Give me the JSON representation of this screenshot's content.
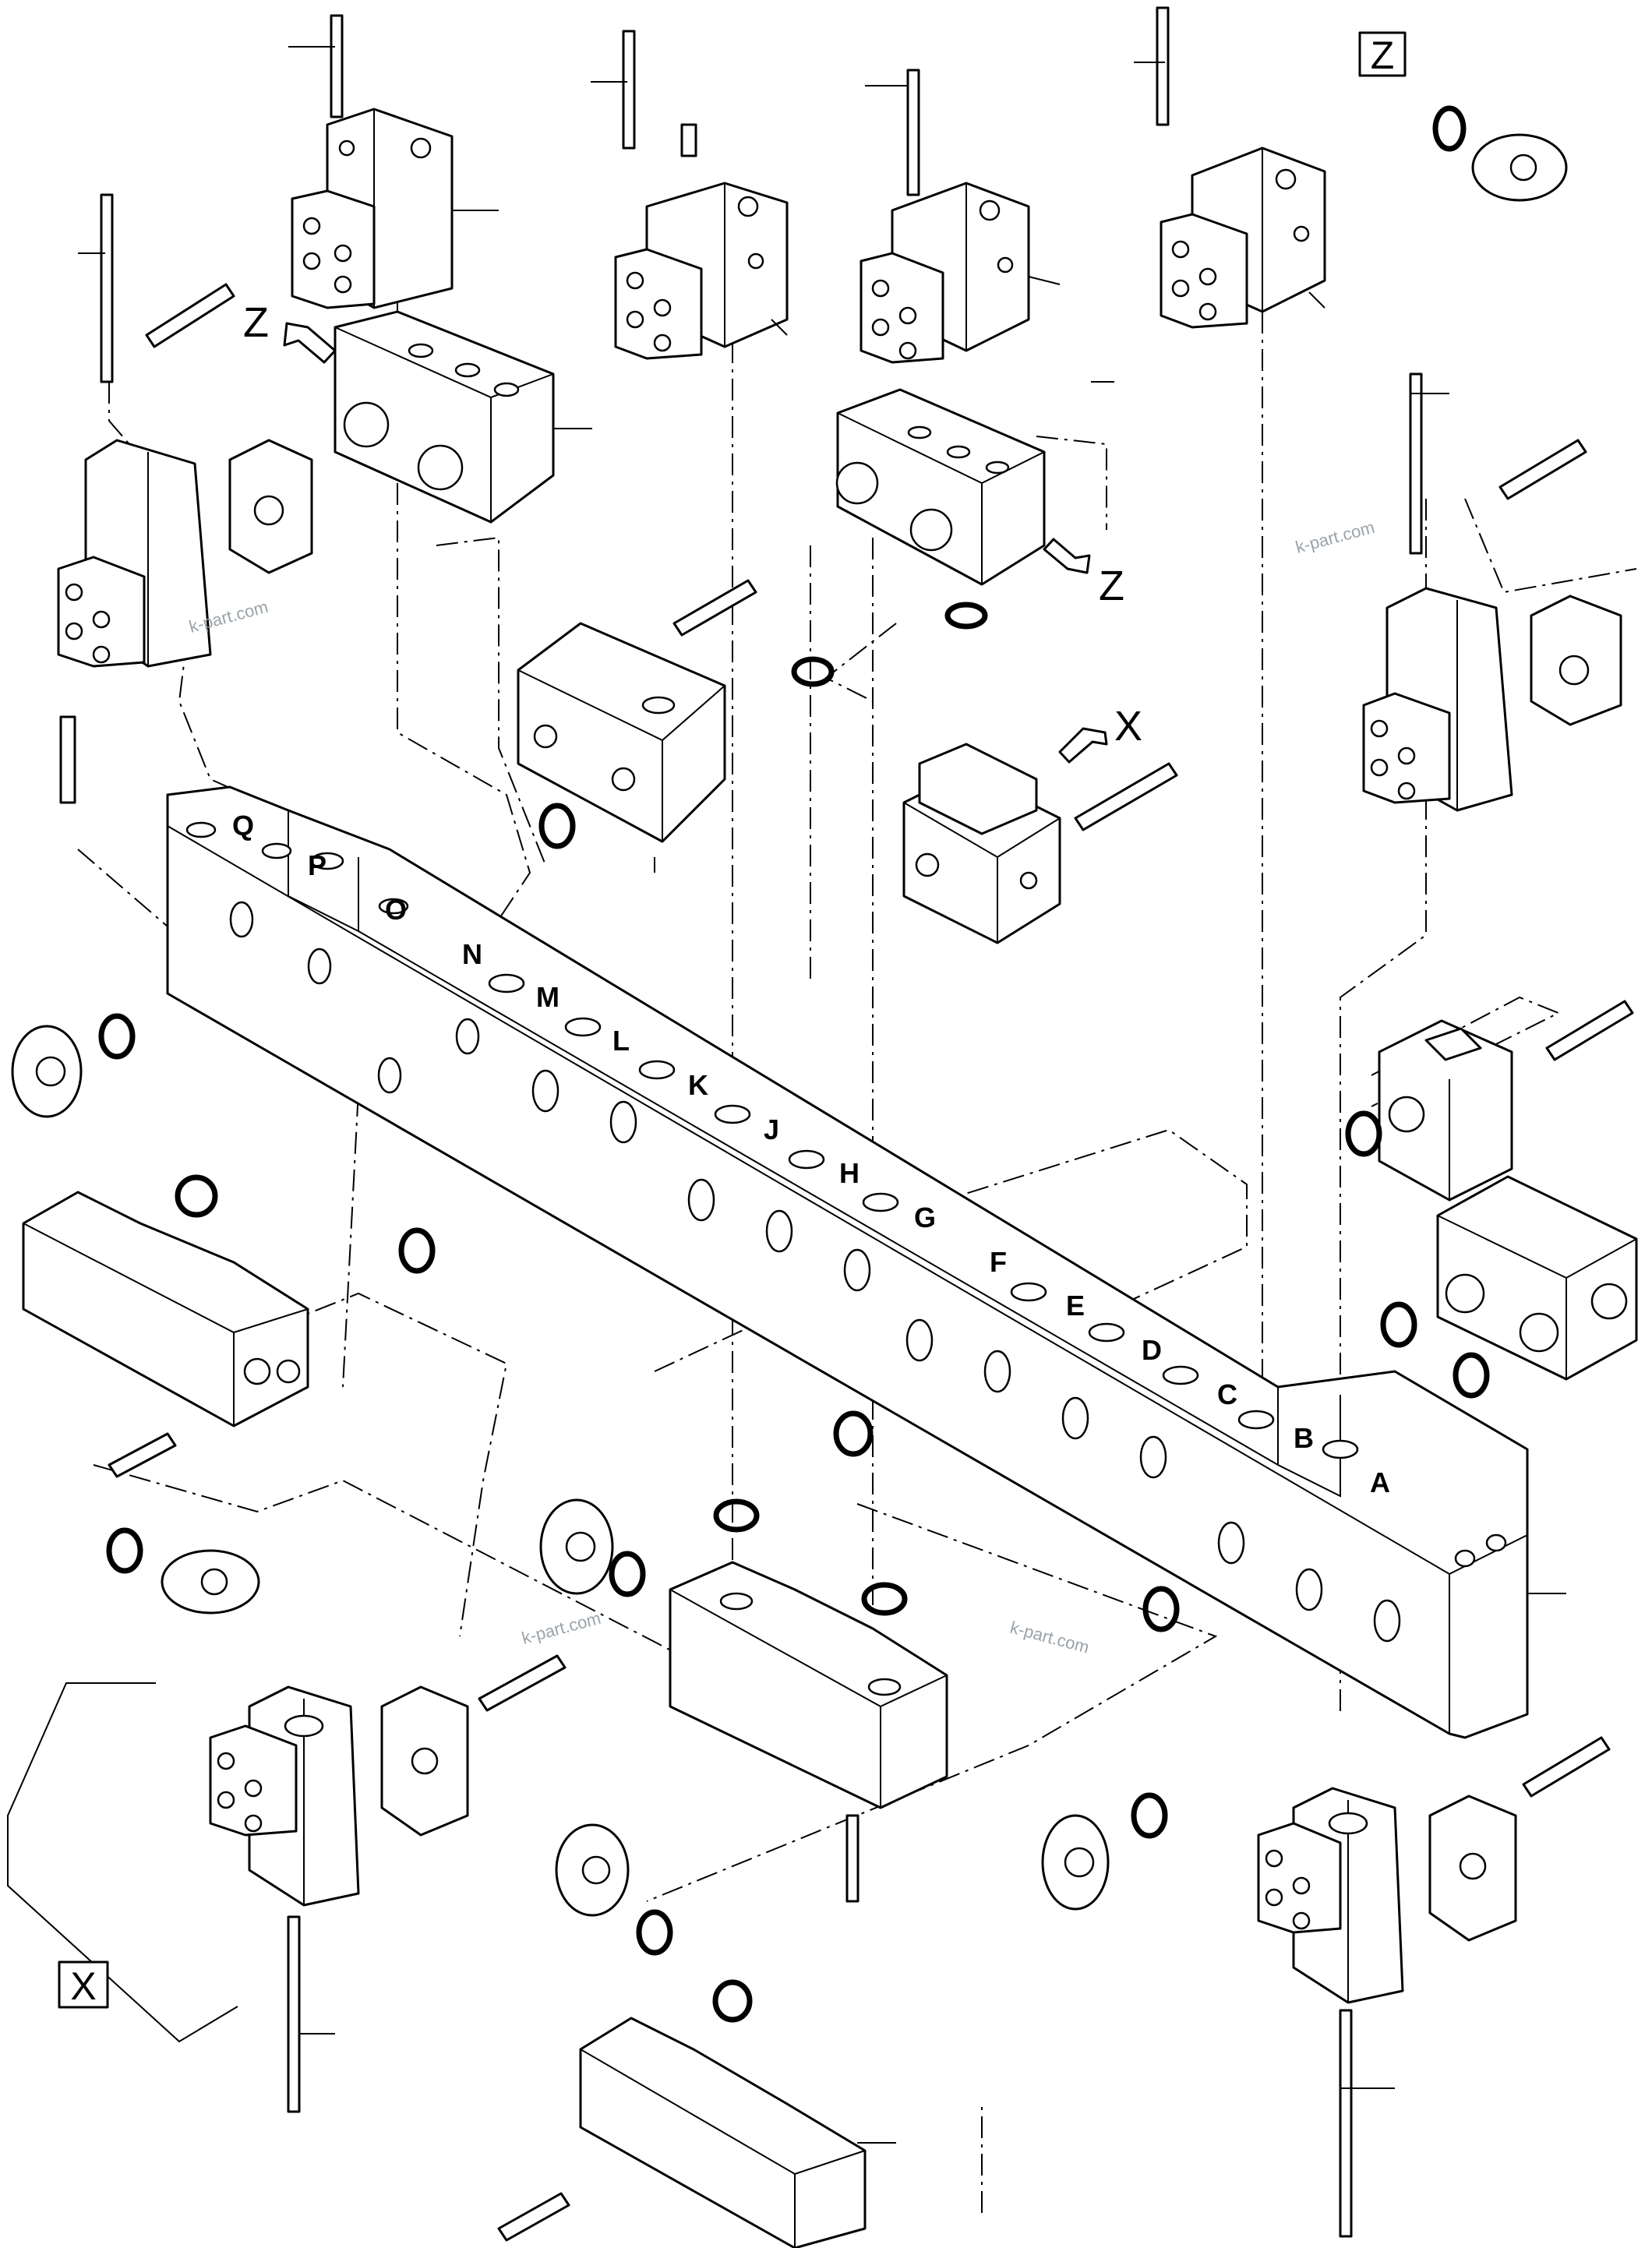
{
  "manifold_ports": [
    {
      "letter": "Q"
    },
    {
      "letter": "P"
    },
    {
      "letter": "O"
    },
    {
      "letter": "N"
    },
    {
      "letter": "M"
    },
    {
      "letter": "L"
    },
    {
      "letter": "K"
    },
    {
      "letter": "J"
    },
    {
      "letter": "H"
    },
    {
      "letter": "G"
    },
    {
      "letter": "F"
    },
    {
      "letter": "E"
    },
    {
      "letter": "D"
    },
    {
      "letter": "C"
    },
    {
      "letter": "B"
    },
    {
      "letter": "A"
    }
  ],
  "view_callouts": {
    "z_arrow_left": "Z",
    "z_arrow_right": "Z",
    "x_arrow": "X"
  },
  "detail_boxes": {
    "z_box": "Z",
    "x_box": "X"
  },
  "watermark": "k-part.com"
}
